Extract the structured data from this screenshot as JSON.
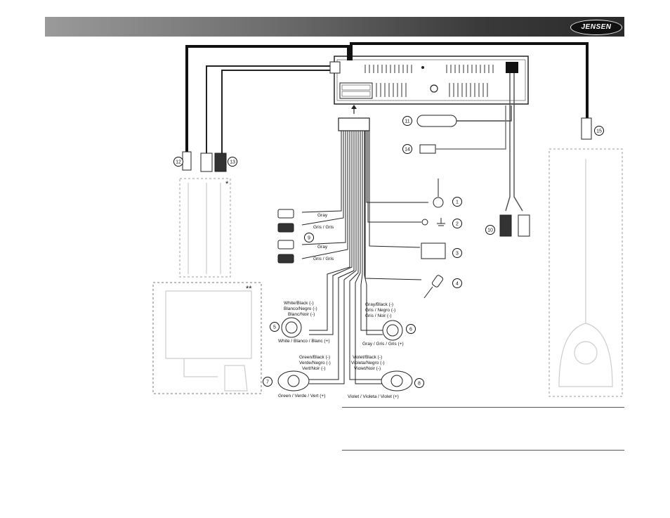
{
  "header": {
    "logo_text": "JENSEN"
  },
  "markers": {
    "single": "*",
    "double": "**"
  },
  "callouts": [
    "1",
    "2",
    "3",
    "4",
    "5",
    "6",
    "7",
    "8",
    "9",
    "10",
    "11",
    "12",
    "13",
    "14",
    "15"
  ],
  "wire_labels": {
    "gray_top": "Gray",
    "gris_top": "Gris / Gris",
    "gray_bottom": "Gray",
    "gris_bottom": "Gris / Gris",
    "white_neg": [
      "White/Black (-)",
      "Blanco/Negro (-)",
      "Blanc/Noir (-)"
    ],
    "white_pos": "White / Blanco / Blanc (+)",
    "gray_neg": [
      "Gray/Black (-)",
      "Gris / Negro (-)",
      "Gris / Noir (-)"
    ],
    "gray_pos": "Gray / Gris / Gris (+)",
    "green_neg": [
      "Green/Black (-)",
      "Verde/Negro (-)",
      "Vert/Noir (-)"
    ],
    "green_pos": "Green / Verde / Vert (+)",
    "violet_neg": [
      "Violet/Black (-)",
      "Violeta/Negro (-)",
      "Violet/Noir (-)"
    ],
    "violet_pos": "Violet / Violeta / Violet (+)"
  },
  "colors": {
    "wire": "#111111",
    "dashed_box": "#999999"
  }
}
